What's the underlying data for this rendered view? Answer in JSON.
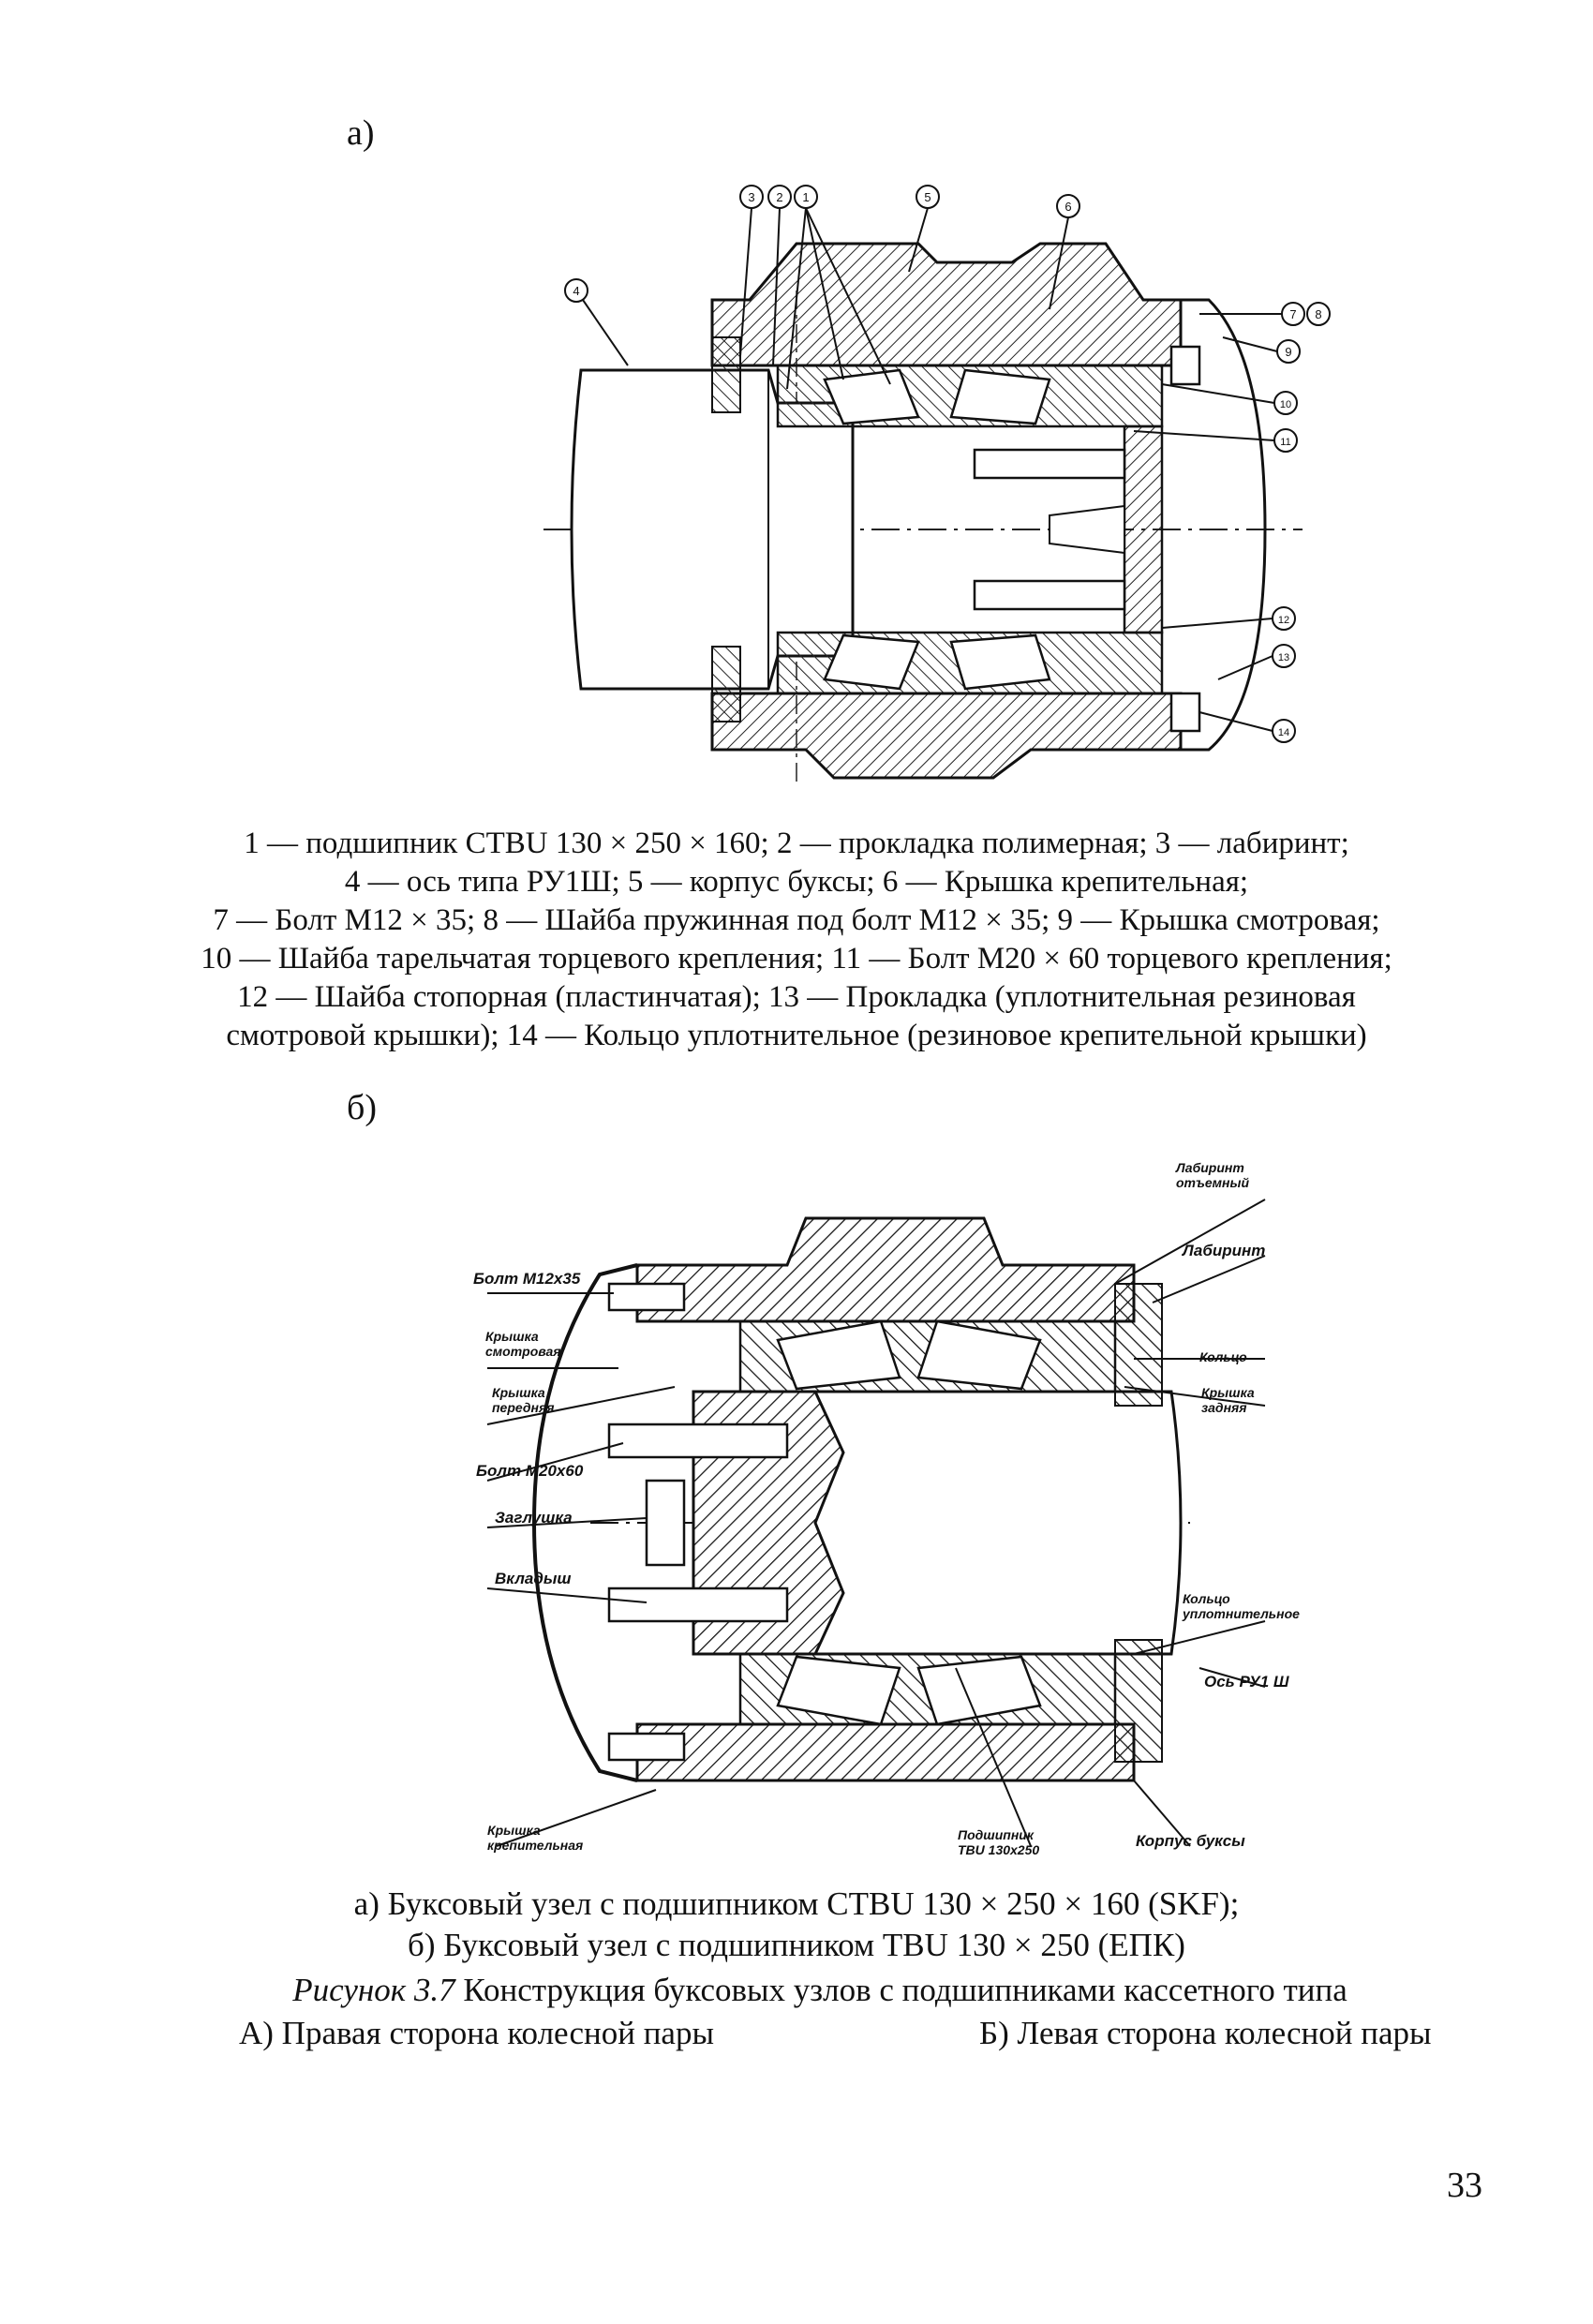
{
  "figure_a": {
    "panel_label": "а)",
    "callouts": [
      "1",
      "2",
      "3",
      "4",
      "5",
      "6",
      "7",
      "8",
      "9",
      "10",
      "11",
      "12",
      "13",
      "14"
    ],
    "legend_lines": [
      "1 — подшипник CTBU 130 × 250 × 160; 2 — прокладка полимерная;  3 — лабиринт;",
      "4 — ось типа РУ1Ш; 5 — корпус буксы; 6 — Крышка крепительная;",
      "7 — Болт М12 × 35; 8 — Шайба пружинная под болт М12 × 35; 9 — Крышка смотровая;",
      "10 — Шайба тарельчатая торцевого крепления; 11 — Болт М20 × 60 торцевого крепления;",
      "12 — Шайба стопорная (пластинчатая); 13 — Прокладка (уплотнительная резиновая",
      "смотровой крышки); 14 — Кольцо уплотнительное (резиновое крепительной крышки)"
    ]
  },
  "figure_b": {
    "panel_label": "б)",
    "labels": {
      "bolt_m12": "Болт М12х35",
      "cover_view_1": "Крышка",
      "cover_view_2": "смотровая",
      "cover_front_1": "Крышка",
      "cover_front_2": "передняя",
      "bolt_m20": "Болт М20х60",
      "plug": "Заглушка",
      "insert": "Вкладыш",
      "cover_fix_1": "Крышка",
      "cover_fix_2": "крепительная",
      "labyrinth_removed_1": "Лабиринт",
      "labyrinth_removed_2": "отъемный",
      "labyrinth": "Лабиринт",
      "ring": "Кольцо",
      "cover_rear_1": "Крышка",
      "cover_rear_2": "задняя",
      "seal_ring_1": "Кольцо",
      "seal_ring_2": "уплотнительное",
      "axle": "Ось РУ1 Ш",
      "bearing_1": "Подшипник",
      "bearing_2": "TBU 130х250",
      "housing": "Корпус буксы"
    }
  },
  "bottom_caption": [
    "а) Буксовый узел с подшипником CTBU 130 × 250 × 160 (SKF);",
    "б) Буксовый узел с подшипником TBU 130 × 250 (ЕПК)"
  ],
  "figure_title": {
    "prefix": "Рисунок 3.7",
    "text": " Конструкция буксовых узлов с подшипниками кассетного типа"
  },
  "sides": {
    "right": "А) Правая сторона колесной пары",
    "left": "Б) Левая сторона колесной пары"
  },
  "page_number": "33"
}
